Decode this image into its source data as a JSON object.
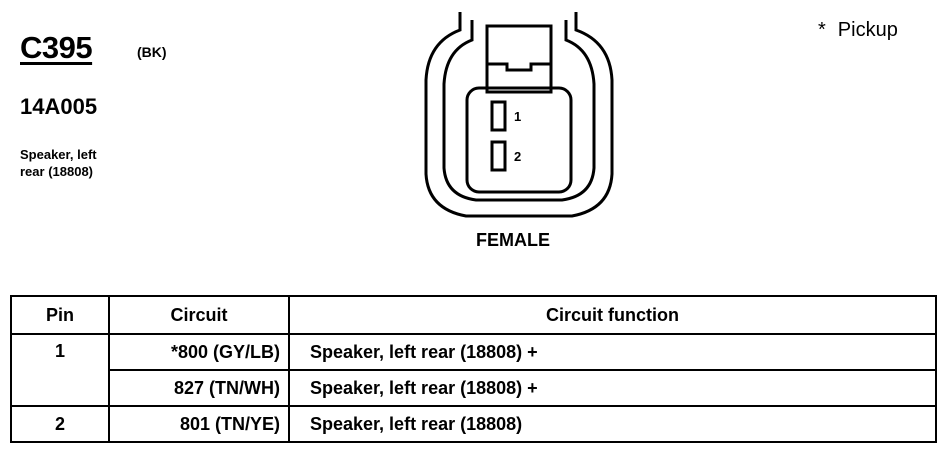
{
  "connector": {
    "id": "C395",
    "color": "(BK)",
    "part_number": "14A005",
    "description_line1": "Speaker, left",
    "description_line2": "rear (18808)",
    "gender": "FEMALE",
    "pin_labels": [
      "1",
      "2"
    ]
  },
  "note": {
    "symbol": "*",
    "text": "Pickup"
  },
  "table": {
    "headers": {
      "pin": "Pin",
      "circuit": "Circuit",
      "function": "Circuit function"
    },
    "rows": [
      {
        "pin": "1",
        "circuit": "*800 (GY/LB)",
        "function": "Speaker, left rear (18808) +"
      },
      {
        "pin": "",
        "circuit": "827 (TN/WH)",
        "function": "Speaker, left rear (18808) +"
      },
      {
        "pin": "2",
        "circuit": "801 (TN/YE)",
        "function": "Speaker, left rear (18808)"
      }
    ]
  },
  "colors": {
    "ink": "#000000",
    "background": "#ffffff"
  }
}
